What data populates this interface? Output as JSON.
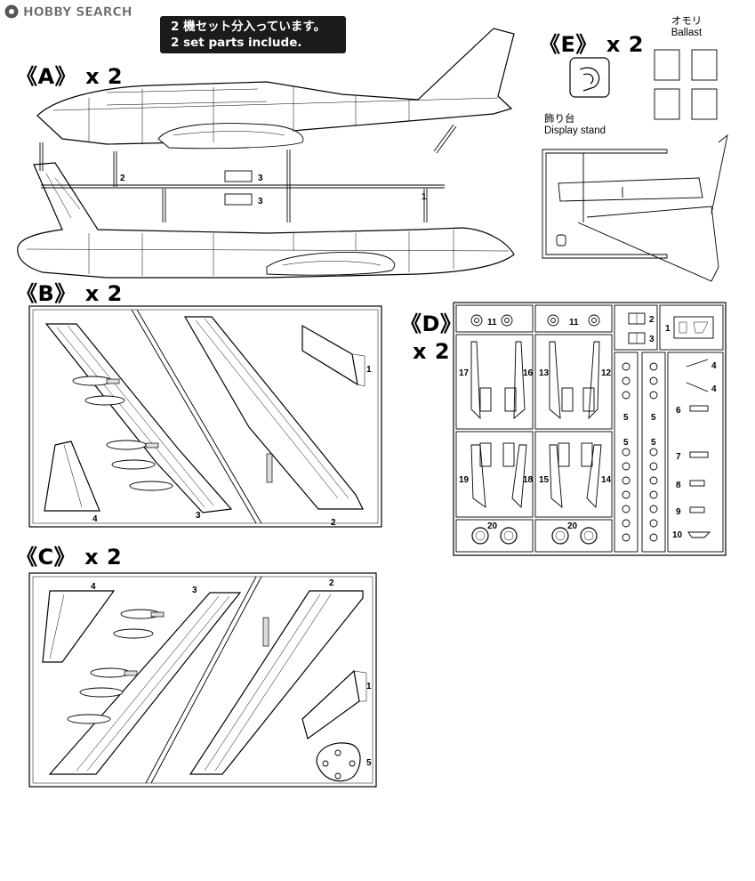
{
  "watermark": {
    "brand": "HOBBY SEARCH"
  },
  "header_note": {
    "line_ja": "2 機セット分入っています。",
    "line_en": "2 set parts include."
  },
  "sections": {
    "A": {
      "label": "《A》",
      "mult": "x 2"
    },
    "B": {
      "label": "《B》",
      "mult": "x 2"
    },
    "C": {
      "label": "《C》",
      "mult": "x 2"
    },
    "D": {
      "label": "《D》",
      "mult": "x 2"
    },
    "E": {
      "label": "《E》",
      "mult": "x 2"
    }
  },
  "ballast": {
    "label_ja": "オモリ",
    "label_en": "Ballast"
  },
  "stand": {
    "label_ja": "飾り台",
    "label_en": "Display stand"
  },
  "part_numbers": {
    "p1": "1",
    "p2": "2",
    "p3": "3",
    "p4": "4",
    "p5": "5",
    "p6": "6",
    "p7": "7",
    "p8": "8",
    "p9": "9",
    "p10": "10",
    "p11": "11",
    "p12": "12",
    "p13": "13",
    "p14": "14",
    "p15": "15",
    "p16": "16",
    "p17": "17",
    "p18": "18",
    "p19": "19",
    "p20": "20"
  },
  "colors": {
    "ink": "#000000",
    "paper": "#ffffff",
    "banner": "#1b1b1b"
  }
}
